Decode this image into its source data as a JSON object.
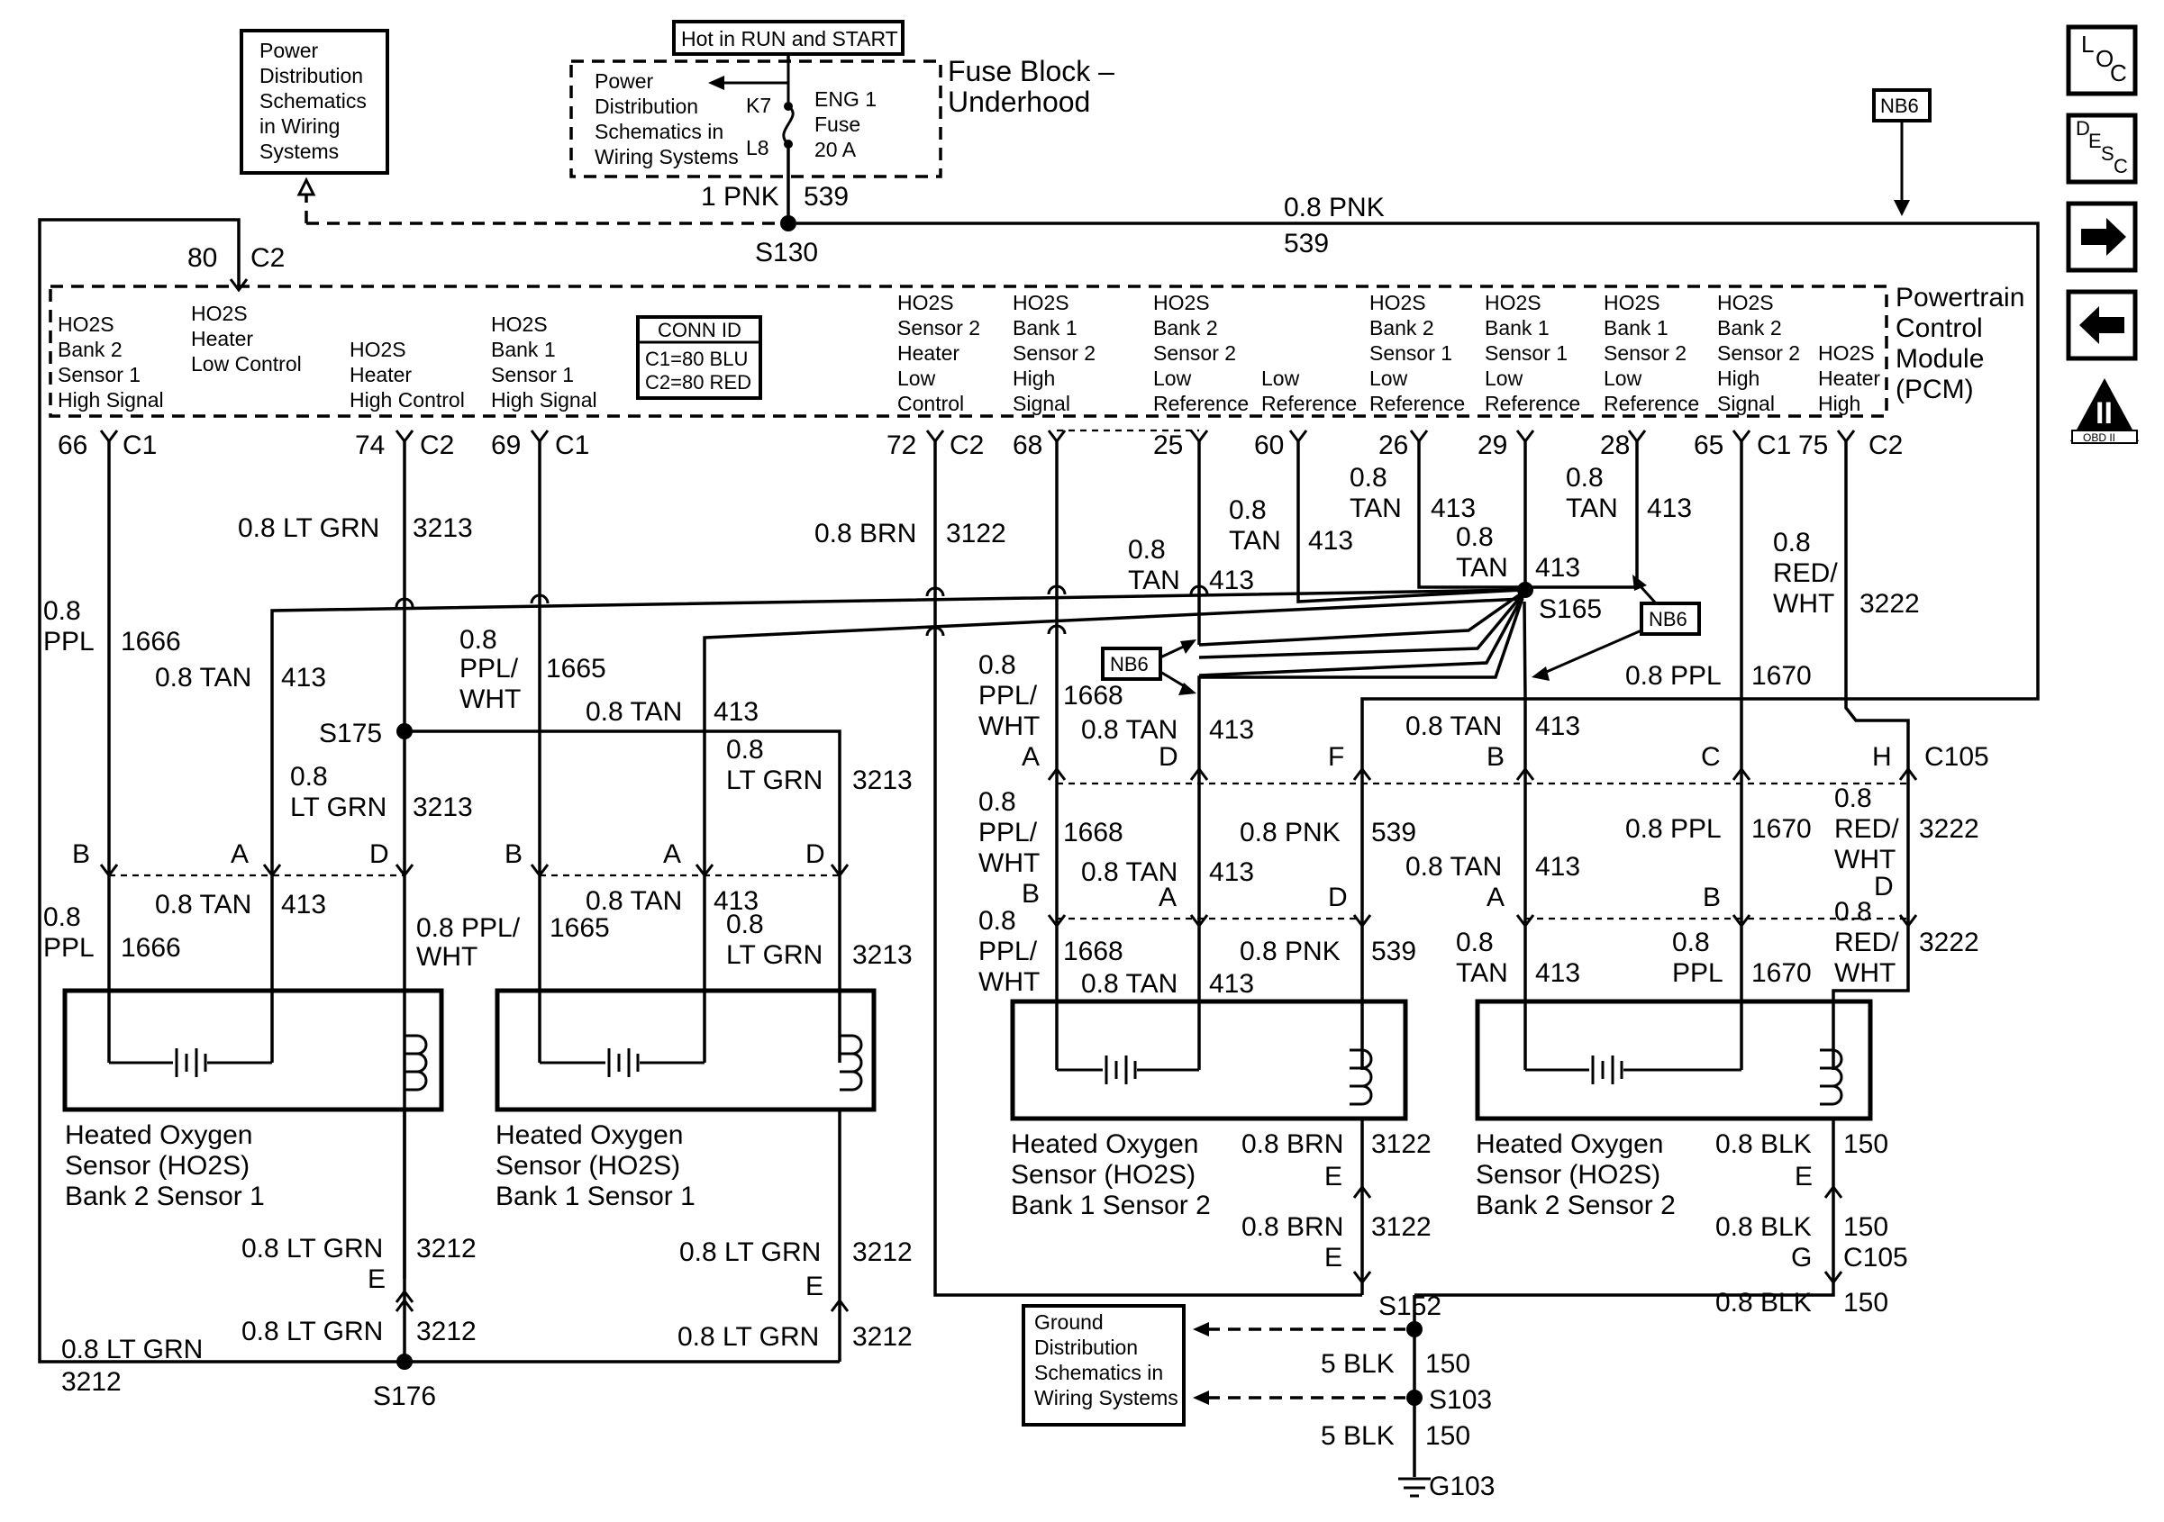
{
  "top": {
    "power_dist_left": [
      "Power",
      "Distribution",
      "Schematics",
      "in Wiring",
      "Systems"
    ],
    "hot_label": "Hot in RUN and START",
    "power_dist_inner": [
      "Power",
      "Distribution",
      "Schematics in",
      "Wiring Systems"
    ],
    "k7": "K7",
    "l8": "L8",
    "fuse": [
      "ENG 1",
      "Fuse",
      "20 A"
    ],
    "fuse_block": [
      "Fuse Block –",
      "Underhood"
    ],
    "wire_1pnk": "1 PNK",
    "wire_539a": "539",
    "s130": "S130",
    "wire_08pnk": "0.8 PNK",
    "wire_539b": "539",
    "nb6_top": "NB6",
    "c2_80": "80",
    "c2_label": "C2"
  },
  "nav": {
    "loc": "LOC",
    "desc": "DESC",
    "next": "→",
    "prev": "←",
    "obd": "II",
    "obd_sub": "OBD II"
  },
  "pcm": {
    "name": [
      "Powertrain",
      "Control",
      "Module",
      "(PCM)"
    ],
    "conn_id": [
      "CONN ID",
      "C1=80 BLU",
      "C2=80 RED"
    ],
    "pins": [
      {
        "label": [
          "HO2S",
          "Bank 2",
          "Sensor 1",
          "High Signal"
        ],
        "num": "66",
        "conn": "C1"
      },
      {
        "label": [
          "HO2S",
          "Heater",
          "Low Control"
        ],
        "num": "",
        "conn": ""
      },
      {
        "label": [
          "HO2S",
          "Heater",
          "High Control"
        ],
        "num": "74",
        "conn": "C2"
      },
      {
        "label": [
          "HO2S",
          "Bank 1",
          "Sensor 1",
          "High Signal"
        ],
        "num": "69",
        "conn": "C1"
      },
      {
        "label": [
          "HO2S",
          "Sensor 2",
          "Heater",
          "Low",
          "Control"
        ],
        "num": "72",
        "conn": "C2"
      },
      {
        "label": [
          "HO2S",
          "Bank 1",
          "Sensor 2",
          "High",
          "Signal"
        ],
        "num": "68",
        "conn": ""
      },
      {
        "label": [
          "HO2S",
          "Bank 2",
          "Sensor 2",
          "Low",
          "Reference"
        ],
        "num": "25",
        "conn": ""
      },
      {
        "label": [
          "Low",
          "Reference"
        ],
        "num": "60",
        "conn": ""
      },
      {
        "label": [
          "HO2S",
          "Bank 2",
          "Sensor 1",
          "Low",
          "Reference"
        ],
        "num": "26",
        "conn": ""
      },
      {
        "label": [
          "HO2S",
          "Bank 1",
          "Sensor 1",
          "Low",
          "Reference"
        ],
        "num": "29",
        "conn": ""
      },
      {
        "label": [
          "HO2S",
          "Bank 1",
          "Sensor 2",
          "Low",
          "Reference"
        ],
        "num": "28",
        "conn": ""
      },
      {
        "label": [
          "HO2S",
          "Bank 2",
          "Sensor 2",
          "High",
          "Signal"
        ],
        "num": "65",
        "conn": "C1"
      },
      {
        "label": [
          "HO2S",
          "Heater",
          "High"
        ],
        "num": "75",
        "conn": "C2"
      }
    ]
  },
  "wires": {
    "lt_grn": "0.8 LT GRN",
    "n3213": "3213",
    "brn": "0.8 BRN",
    "n3122": "3122",
    "tan": "0.8 TAN",
    "tan_a": "0.8",
    "tan_b": "TAN",
    "n413": "413",
    "ppl_a": "0.8",
    "ppl_b": "PPL",
    "n1666": "1666",
    "pplwht_a": "0.8",
    "pplwht_b": "PPL/",
    "pplwht_c": "WHT",
    "n1665": "1665",
    "n1668": "1668",
    "ppl": "0.8 PPL",
    "n1670": "1670",
    "redwht_a": "0.8",
    "redwht_b": "RED/",
    "redwht_c": "WHT",
    "n3222": "3222",
    "pnk": "0.8 PNK",
    "n539": "539",
    "lt_grn_b": "LT GRN",
    "n3212": "3212",
    "blk": "0.8 BLK",
    "n150": "150",
    "blk5": "5 BLK",
    "pplwht_one": "0.8 PPL/",
    "wht": "WHT"
  },
  "splices": {
    "s165": "S165",
    "s175": "S175",
    "s176": "S176",
    "s152": "S152",
    "s103": "S103",
    "g103": "G103",
    "c105": "C105",
    "nb6": "NB6"
  },
  "pins": {
    "A": "A",
    "B": "B",
    "C": "C",
    "D": "D",
    "E": "E",
    "F": "F",
    "G": "G",
    "H": "H"
  },
  "sensors": [
    [
      "Heated Oxygen",
      "Sensor (HO2S)",
      "Bank 2 Sensor 1"
    ],
    [
      "Heated Oxygen",
      "Sensor (HO2S)",
      "Bank 1 Sensor 1"
    ],
    [
      "Heated Oxygen",
      "Sensor (HO2S)",
      "Bank 1 Sensor 2"
    ],
    [
      "Heated Oxygen",
      "Sensor (HO2S)",
      "Bank 2 Sensor 2"
    ]
  ],
  "ground_dist": [
    "Ground",
    "Distribution",
    "Schematics in",
    "Wiring Systems"
  ]
}
